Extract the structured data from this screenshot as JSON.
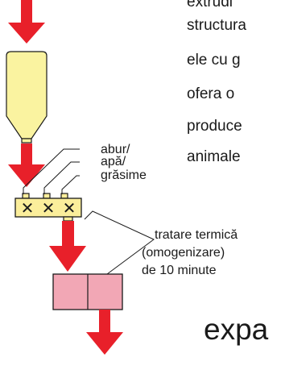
{
  "paragraph_lines": [
    "extrudi",
    "structura",
    "ele cu g",
    "ofera o",
    "produce",
    "animale"
  ],
  "inputs_label": [
    "abur/",
    "apă/",
    "grăsime"
  ],
  "mixer_marks": [
    "✕",
    "✕",
    "✕"
  ],
  "treatment_label": [
    "tratare termică",
    "(omogenizare)",
    "de 10 minute"
  ],
  "section_title": "expa",
  "colors": {
    "arrow": "#e8202a",
    "hopper": "#faf3a0",
    "mixer": "#fbee9b",
    "conditioner": "#f2a7b5",
    "outline": "#1a1a1a"
  }
}
